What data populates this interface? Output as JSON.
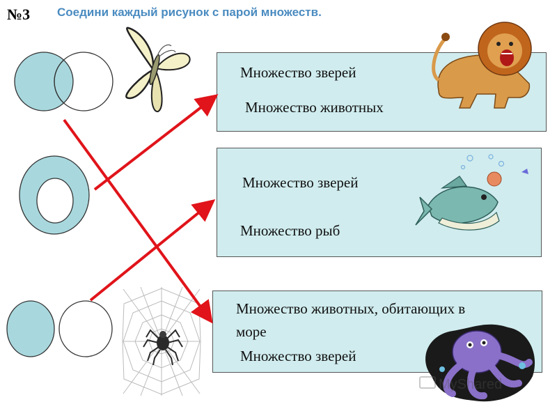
{
  "header": {
    "number": "№3",
    "title": "Соедини каждый рисунок с парой множеств."
  },
  "boxes": [
    {
      "line1": "Множество зверей",
      "line2": "Множество животных"
    },
    {
      "line1": "Множество зверей",
      "line2": "Множество рыб"
    },
    {
      "line1a": "Множество животных, обитающих в",
      "line1b": "море",
      "line2": "Множество зверей"
    }
  ],
  "watermark": "MyShared",
  "colors": {
    "venn_fill": "#a8d8de",
    "box_fill": "#d0ecee",
    "arrow": "#e0141a",
    "title": "#4a8bc0"
  },
  "icons": [
    "butterfly-icon",
    "lion-icon",
    "fish-icon",
    "spider-web-icon",
    "octopus-icon"
  ]
}
